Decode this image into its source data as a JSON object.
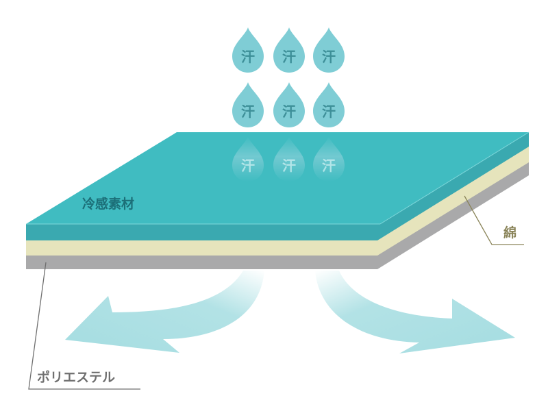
{
  "layers": {
    "top_label": "冷感素材",
    "cotton_label": "綿",
    "poly_label": "ポリエステル"
  },
  "sweat": {
    "label": "汗",
    "rows_visible": 2,
    "rows_faded": 1,
    "columns": 3
  },
  "colors": {
    "top_surface": "#40bcc1",
    "top_edge": "#3aa9b0",
    "cotton": "#e6e4bc",
    "polyester": "#a9a9aa",
    "drop": "#7fcdd5",
    "arrow": "#a5dde1",
    "cotton_leader": "#8a8459",
    "poly_leader": "#6f6f6f"
  }
}
